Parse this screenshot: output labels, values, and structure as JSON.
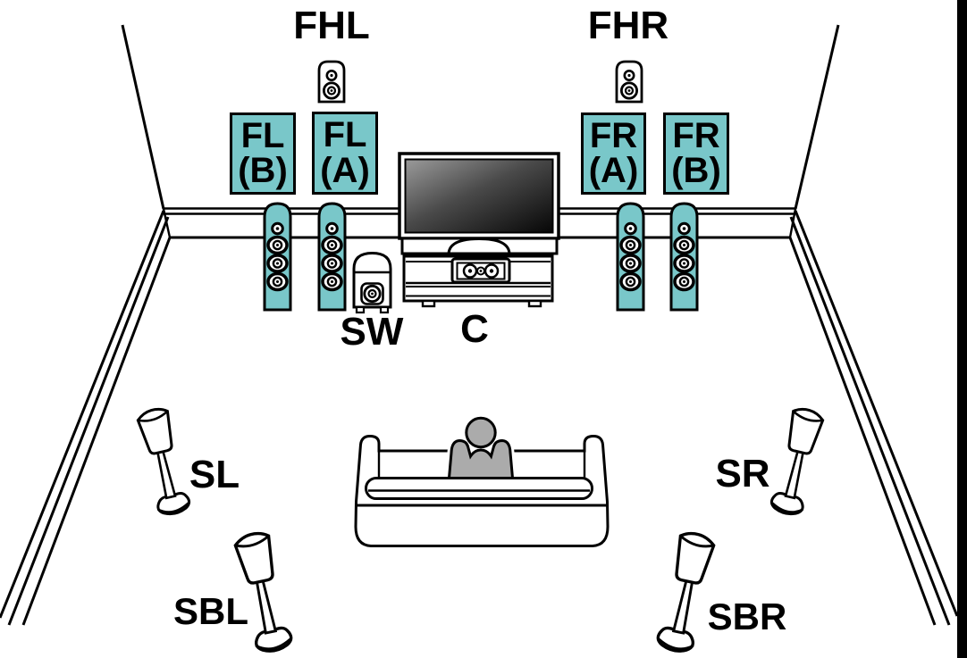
{
  "colors": {
    "highlight": "#79C7C9",
    "person": "#ABABAB",
    "ink": "#000000",
    "background": "#FFFFFF"
  },
  "labels": {
    "front_height_left": "FHL",
    "front_height_right": "FHR",
    "front_left_b": {
      "l1": "FL",
      "l2": "(B)"
    },
    "front_left_a": {
      "l1": "FL",
      "l2": "(A)"
    },
    "front_right_a": {
      "l1": "FR",
      "l2": "(A)"
    },
    "front_right_b": {
      "l1": "FR",
      "l2": "(B)"
    },
    "subwoofer": "SW",
    "center": "C",
    "surround_left": "SL",
    "surround_right": "SR",
    "surround_back_left": "SBL",
    "surround_back_right": "SBR"
  },
  "icons": {
    "front_height_speakers": "bookshelf-speaker-icon",
    "front_speakers": "tower-speaker-icon",
    "subwoofer": "subwoofer-icon",
    "center": "center-speaker-icon",
    "display": "tv-icon",
    "seating": "sofa-icon",
    "listener": "person-icon",
    "surround_speakers": "stand-speaker-icon"
  }
}
